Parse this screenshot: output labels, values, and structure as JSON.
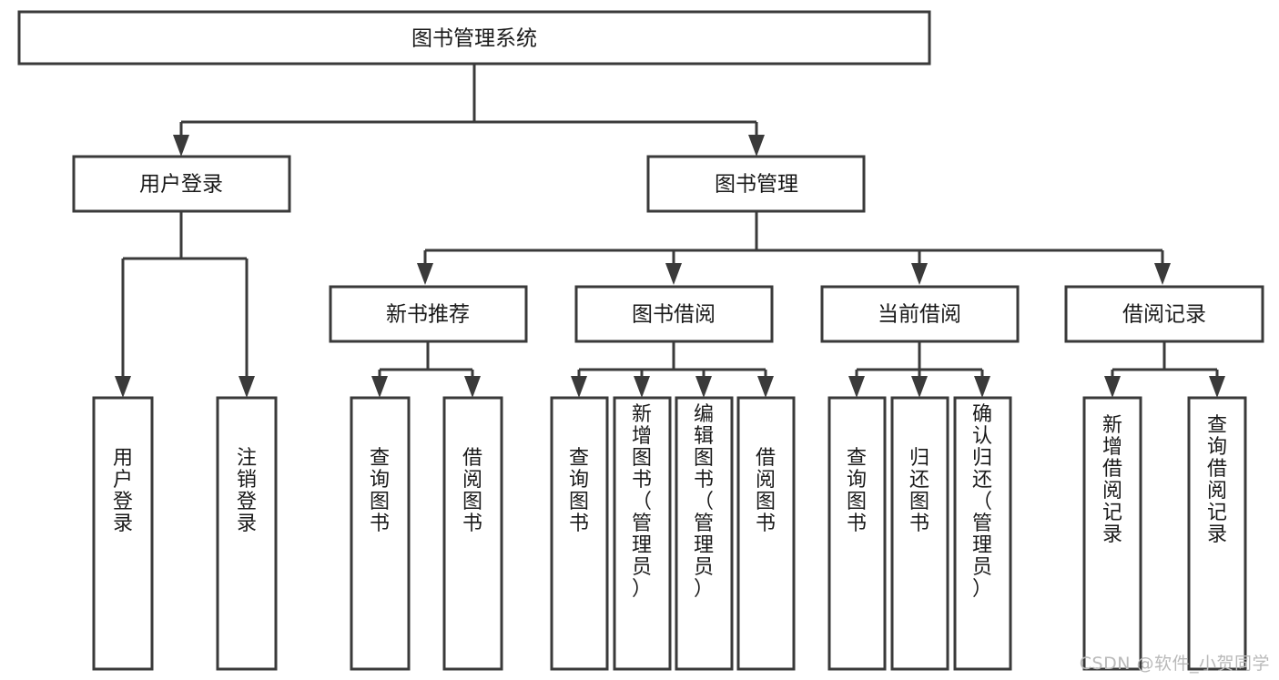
{
  "diagram": {
    "type": "tree-hierarchy-chart",
    "title_node": "图书管理系统",
    "watermark": "CSDN @软件_小贺同学",
    "colors": {
      "stroke": "#3a3a3a",
      "box_fill": "#ffffff",
      "text": "#1a1a1a",
      "background": "#ffffff",
      "watermark": "#b9b9b9"
    },
    "levels": [
      {
        "level": 1,
        "nodes": [
          {
            "id": "root",
            "label": "图书管理系统",
            "orientation": "horizontal"
          }
        ]
      },
      {
        "level": 2,
        "nodes": [
          {
            "id": "login",
            "label": "用户登录",
            "orientation": "horizontal",
            "parent": "root"
          },
          {
            "id": "bookmgmt",
            "label": "图书管理",
            "orientation": "horizontal",
            "parent": "root"
          }
        ]
      },
      {
        "level": 3,
        "nodes": [
          {
            "id": "newbook",
            "label": "新书推荐",
            "orientation": "horizontal",
            "parent": "bookmgmt"
          },
          {
            "id": "borrow",
            "label": "图书借阅",
            "orientation": "horizontal",
            "parent": "bookmgmt"
          },
          {
            "id": "current",
            "label": "当前借阅",
            "orientation": "horizontal",
            "parent": "bookmgmt"
          },
          {
            "id": "records",
            "label": "借阅记录",
            "orientation": "horizontal",
            "parent": "bookmgmt"
          }
        ]
      },
      {
        "level": 4,
        "nodes": [
          {
            "id": "leaf1",
            "label": "用户登录",
            "orientation": "vertical",
            "parent": "login"
          },
          {
            "id": "leaf2",
            "label": "注销登录",
            "orientation": "vertical",
            "parent": "login"
          },
          {
            "id": "leaf3",
            "label": "查询图书",
            "orientation": "vertical",
            "parent": "newbook"
          },
          {
            "id": "leaf4",
            "label": "借阅图书",
            "orientation": "vertical",
            "parent": "newbook"
          },
          {
            "id": "leaf5",
            "label": "查询图书",
            "orientation": "vertical",
            "parent": "borrow"
          },
          {
            "id": "leaf6",
            "label": "新增图书（管理员）",
            "orientation": "vertical",
            "parent": "borrow"
          },
          {
            "id": "leaf7",
            "label": "编辑图书（管理员）",
            "orientation": "vertical",
            "parent": "borrow"
          },
          {
            "id": "leaf8",
            "label": "借阅图书",
            "orientation": "vertical",
            "parent": "borrow"
          },
          {
            "id": "leaf9",
            "label": "查询图书",
            "orientation": "vertical",
            "parent": "current"
          },
          {
            "id": "leaf10",
            "label": "归还图书",
            "orientation": "vertical",
            "parent": "current"
          },
          {
            "id": "leaf11",
            "label": "确认归还（管理员）",
            "orientation": "vertical",
            "parent": "current"
          },
          {
            "id": "leaf12",
            "label": "新增借阅记录",
            "orientation": "vertical",
            "parent": "records"
          },
          {
            "id": "leaf13",
            "label": "查询借阅记录",
            "orientation": "vertical",
            "parent": "records"
          }
        ]
      }
    ]
  }
}
